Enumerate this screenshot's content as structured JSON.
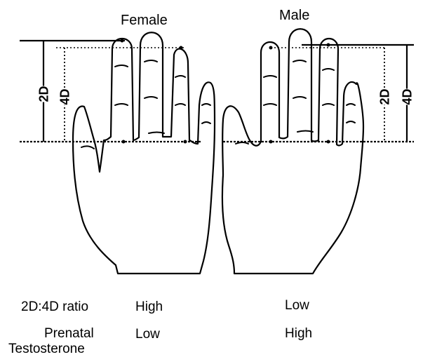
{
  "titles": {
    "female": "Female",
    "male": "Male"
  },
  "measures": {
    "d2": "2D",
    "d4": "4D"
  },
  "table": {
    "row1_label": "2D:4D ratio",
    "row2_label_line1": "Prenatal",
    "row2_label_line2": "Testosterone",
    "female_ratio": "High",
    "female_testosterone": "Low",
    "male_ratio": "Low",
    "male_testosterone": "High"
  }
}
